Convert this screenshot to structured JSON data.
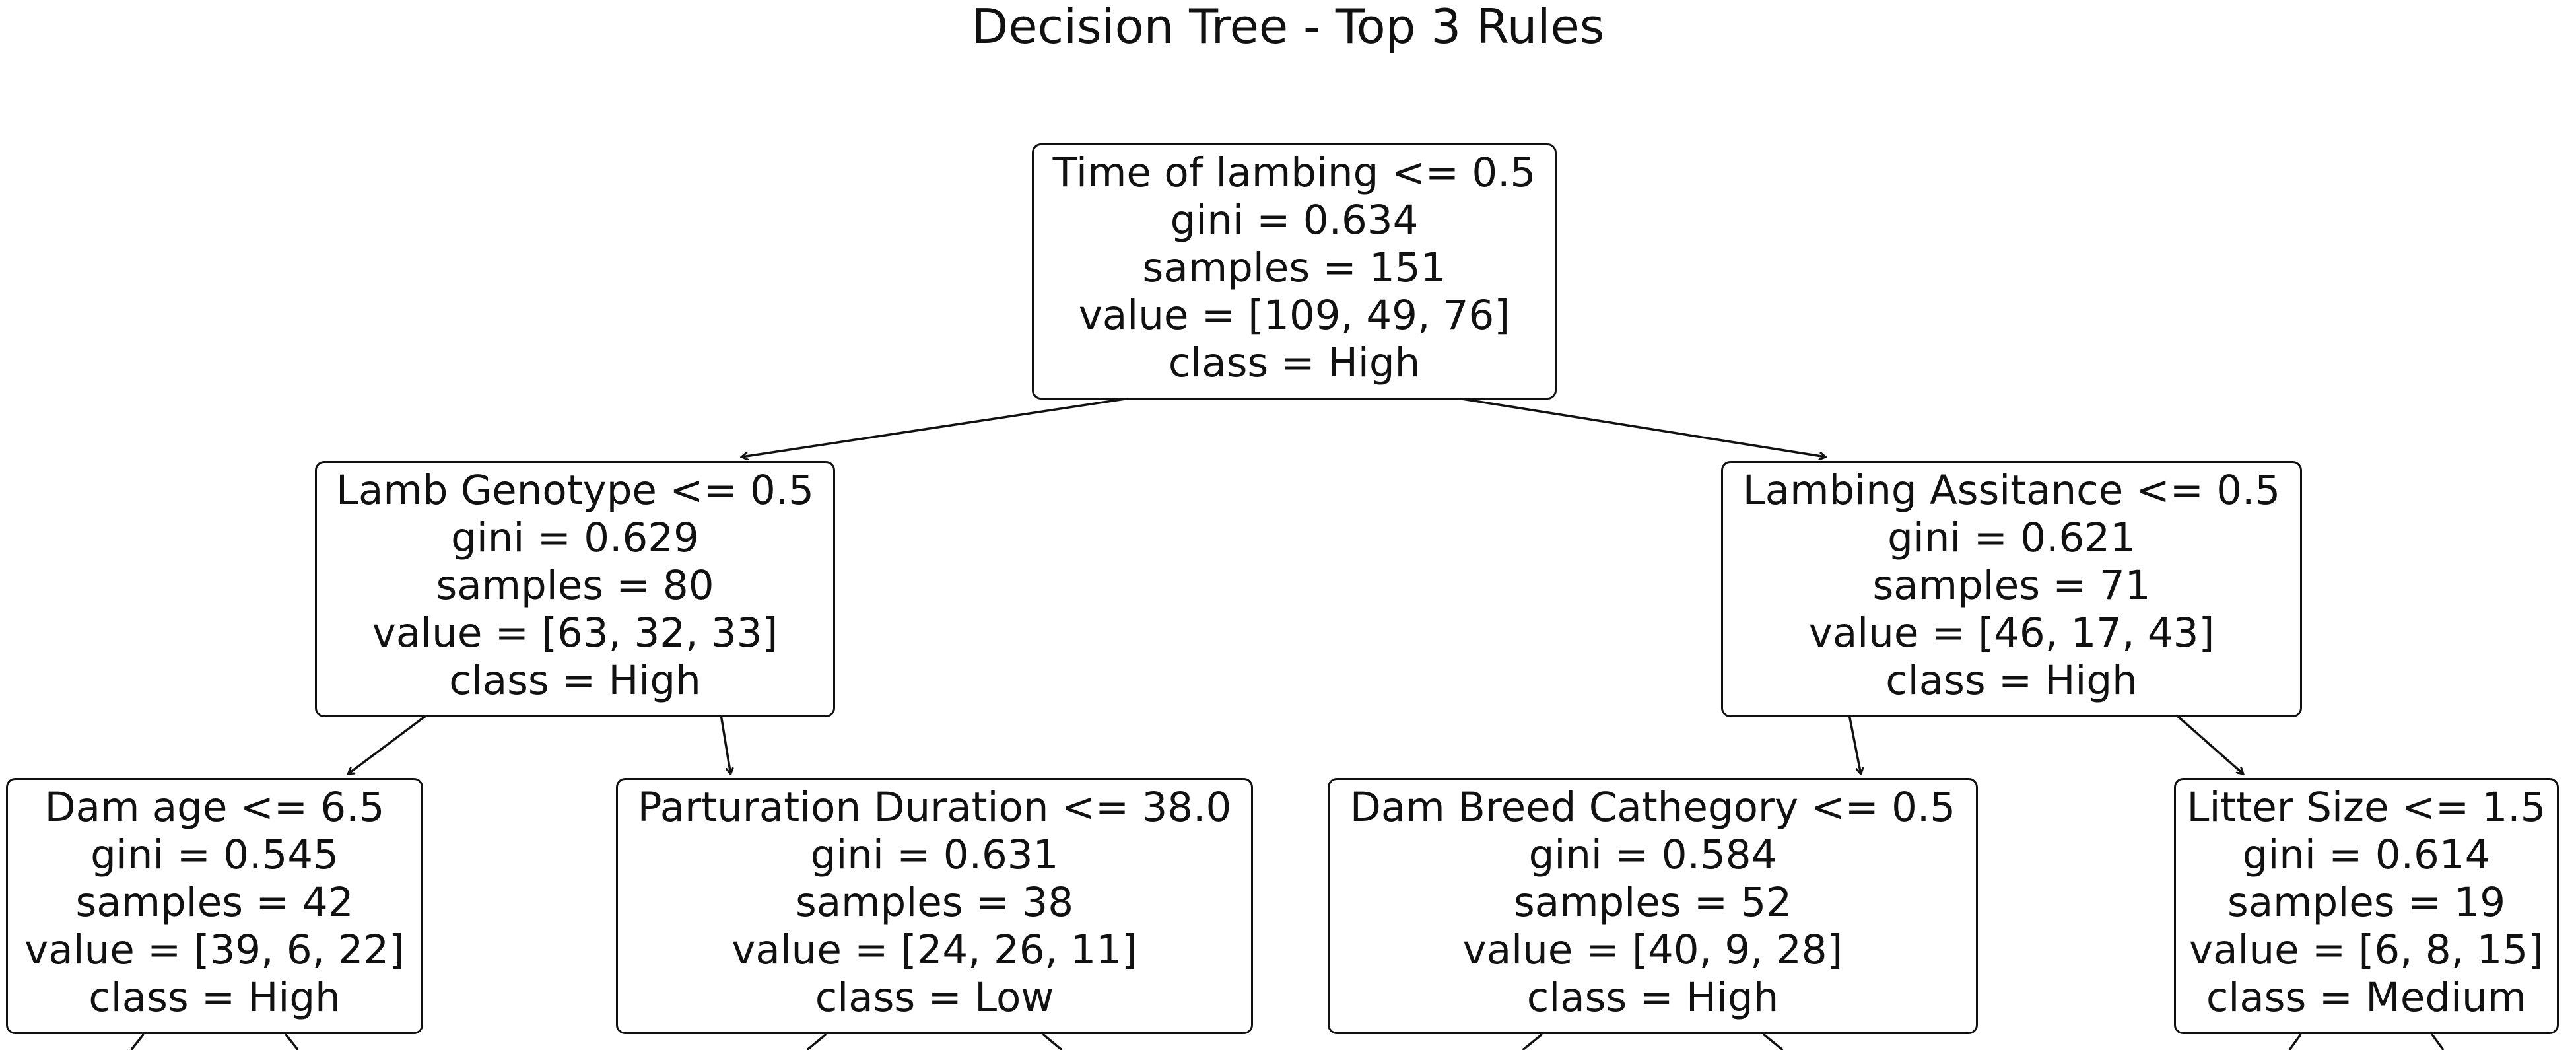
{
  "title": "Decision Tree - Top 3 Rules",
  "tree": {
    "nodes": [
      {
        "id": "root",
        "split": "Time of lambing <= 0.5",
        "gini": "gini = 0.634",
        "samples": "samples = 151",
        "value": "value = [109, 49, 76]",
        "class": "class = High"
      },
      {
        "id": "left",
        "split": "Lamb Genotype <= 0.5",
        "gini": "gini = 0.629",
        "samples": "samples = 80",
        "value": "value = [63, 32, 33]",
        "class": "class = High"
      },
      {
        "id": "right",
        "split": "Lambing Assitance <= 0.5",
        "gini": "gini = 0.621",
        "samples": "samples = 71",
        "value": "value = [46, 17, 43]",
        "class": "class = High"
      },
      {
        "id": "left-left",
        "split": "Dam age <= 6.5",
        "gini": "gini = 0.545",
        "samples": "samples = 42",
        "value": "value = [39, 6, 22]",
        "class": "class = High"
      },
      {
        "id": "left-right",
        "split": "Parturation Duration <= 38.0",
        "gini": "gini = 0.631",
        "samples": "samples = 38",
        "value": "value = [24, 26, 11]",
        "class": "class = Low"
      },
      {
        "id": "right-left",
        "split": "Dam Breed Cathegory <= 0.5",
        "gini": "gini = 0.584",
        "samples": "samples = 52",
        "value": "value = [40, 9, 28]",
        "class": "class = High"
      },
      {
        "id": "right-right",
        "split": "Litter Size <= 1.5",
        "gini": "gini = 0.614",
        "samples": "samples = 19",
        "value": "value = [6, 8, 15]",
        "class": "class = Medium"
      }
    ],
    "edges": [
      {
        "from": "root",
        "to": "left"
      },
      {
        "from": "root",
        "to": "right"
      },
      {
        "from": "left",
        "to": "left-left"
      },
      {
        "from": "left",
        "to": "left-right"
      },
      {
        "from": "right",
        "to": "right-left"
      },
      {
        "from": "right",
        "to": "right-right"
      }
    ]
  }
}
